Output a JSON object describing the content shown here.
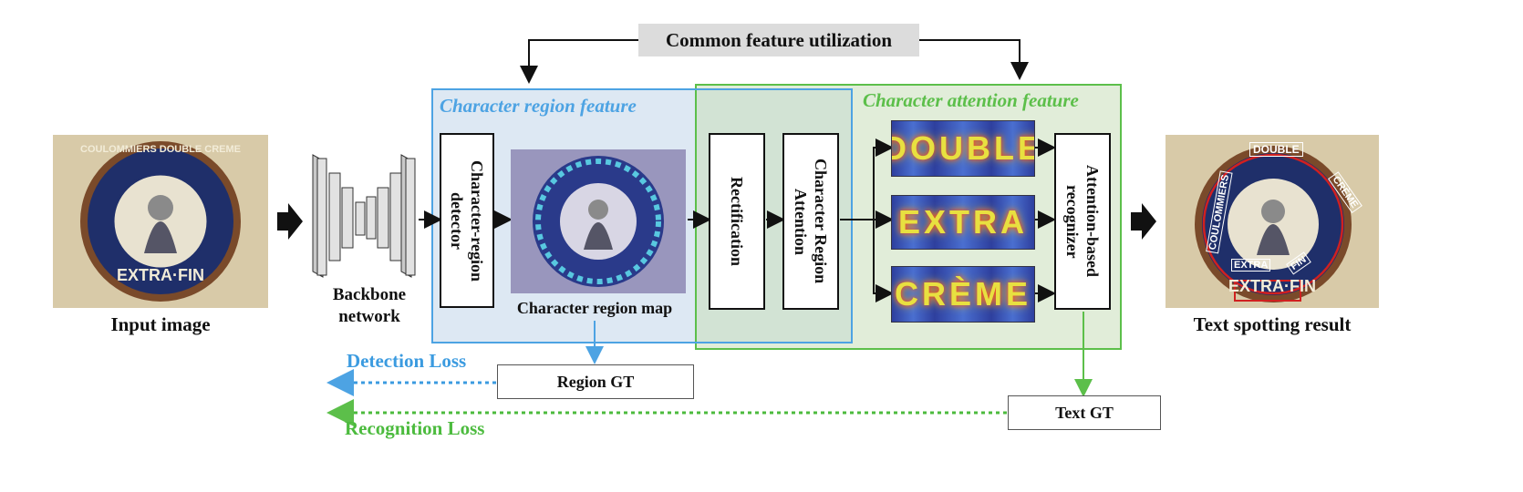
{
  "top_label": "Common feature utilization",
  "labels": {
    "input_image": "Input image",
    "backbone": "Backbone\nnetwork",
    "region_map": "Character region map",
    "output": "Text spotting result"
  },
  "panels": {
    "region_title": "Character region  feature",
    "attention_title": "Character attention feature"
  },
  "boxes": {
    "detector": "Character-region detector",
    "rectification": "Rectification",
    "cra": "Character Region Attention",
    "recognizer": "Attention-based recognizer"
  },
  "ground_truth": {
    "region_gt": "Region GT",
    "text_gt": "Text GT"
  },
  "losses": {
    "detection": "Detection Loss",
    "recognition": "Recognition Loss"
  },
  "image_text": {
    "top_arc": "COULOMMIERS DOUBLE CREME",
    "bottom": "EXTRA·FIN",
    "crops": [
      "DOUBLE",
      "EXTRA",
      "CRÈME"
    ],
    "detections": [
      "DOUBLE",
      "COULOMMIERS",
      "CRÈME",
      "EXTRA",
      "FIN"
    ]
  },
  "colors": {
    "region_blue": "#4da3e3",
    "region_fill": "#dde8f3",
    "attention_green": "#5cbf4a",
    "attention_fill": "#e6efde",
    "detection_loss": "#3b9be0",
    "recognition_loss": "#4cbb3e",
    "top_label_bg": "#dcdcdc"
  }
}
